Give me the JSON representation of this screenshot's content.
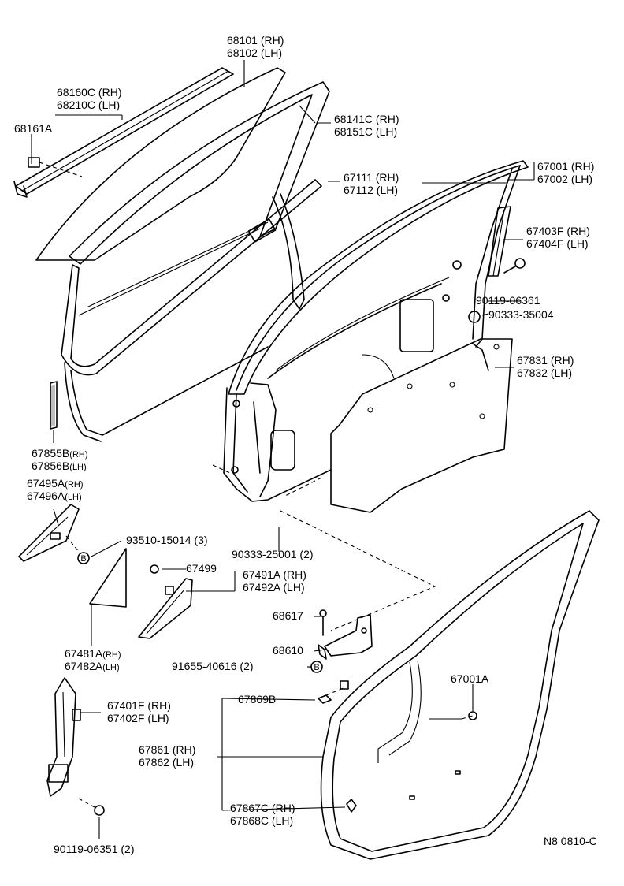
{
  "labels": {
    "p68101": "68101 (RH)",
    "p68102": "68102 (LH)",
    "p68160": "68160C (RH)",
    "p68210": "68210C (LH)",
    "p68161": "68161A",
    "p68141": "68141C (RH)",
    "p68151": "68151C (LH)",
    "p67111": "67111 (RH)",
    "p67112": "67112 (LH)",
    "p67001": "67001 (RH)",
    "p67002": "67002 (LH)",
    "p67403": "67403F (RH)",
    "p67404": "67404F (LH)",
    "p90119a": "90119-06361",
    "p90333a": "90333-35004",
    "p67831": "67831 (RH)",
    "p67832": "67832 (LH)",
    "p67855": "67855B",
    "p67855s": "(RH)",
    "p67856": "67856B",
    "p67856s": "(LH)",
    "p67495": "67495A",
    "p67495s": "(RH)",
    "p67496": "67496A",
    "p67496s": "(LH)",
    "p93510": "93510-15014 (3)",
    "p90333b": "90333-25001 (2)",
    "p67499": "67499",
    "p67491": "67491A (RH)",
    "p67492": "67492A (LH)",
    "p68617": "68617",
    "p68610": "68610",
    "p91655": "91655-40616 (2)",
    "p67481": "67481A",
    "p67481s": "(RH)",
    "p67482": "67482A",
    "p67482s": "(LH)",
    "p67001a": "67001A",
    "p67869": "67869B",
    "p67401": "67401F (RH)",
    "p67402": "67402F (LH)",
    "p67861": "67861 (RH)",
    "p67862": "67862 (LH)",
    "p67867": "67867C (RH)",
    "p67868": "67868C (LH)",
    "p90119b": "90119-06351 (2)",
    "code": "N8 0810-C"
  },
  "icons": {
    "bolt_marker": "B"
  }
}
